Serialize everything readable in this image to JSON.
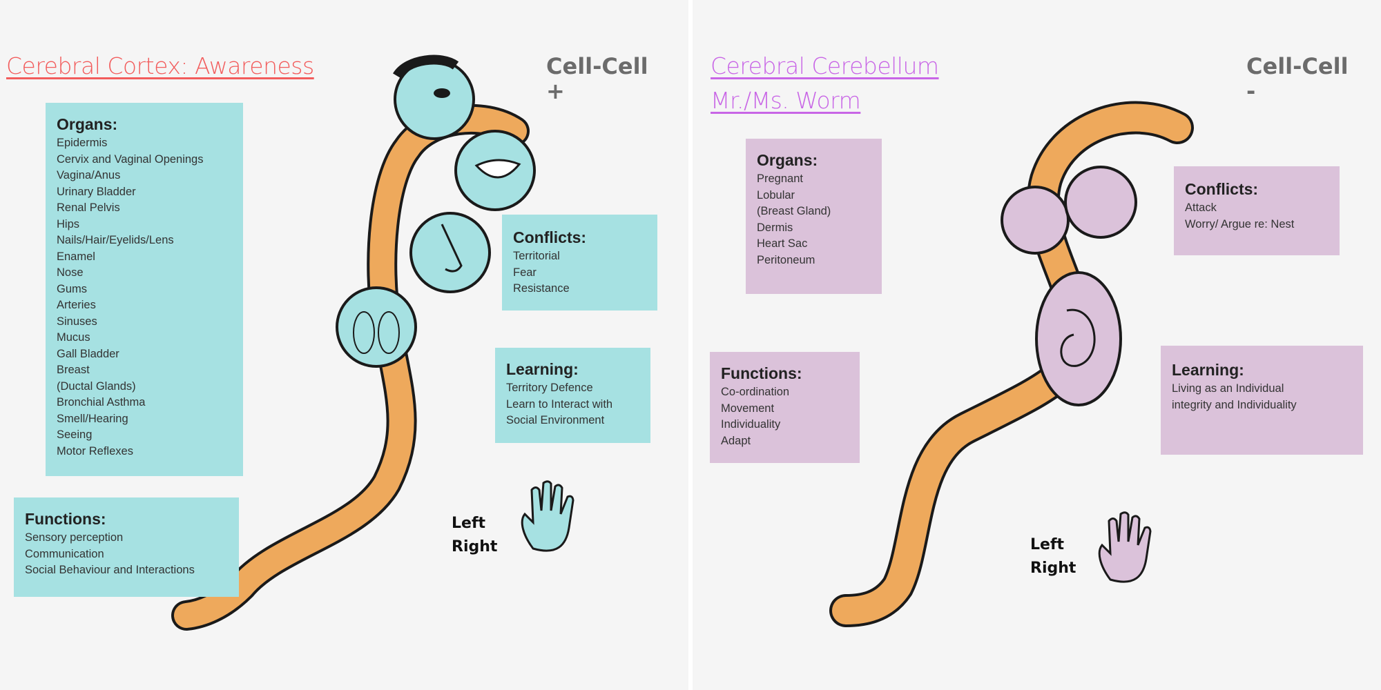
{
  "left": {
    "title": "Cerebral Cortex: Awareness",
    "title_color": "#f25c5c",
    "cell_label": "Cell-Cell",
    "cell_sign": "+",
    "organs": {
      "heading": "Organs:",
      "items": [
        "Epidermis",
        "Cervix and Vaginal Openings",
        "Vagina/Anus",
        "Urinary Bladder",
        "Renal Pelvis",
        "Hips",
        "Nails/Hair/Eyelids/Lens",
        "Enamel",
        "Nose",
        "Gums",
        "Arteries",
        "Sinuses",
        "Mucus",
        "Gall Bladder",
        "Breast",
        "(Ductal Glands)",
        "Bronchial Asthma",
        "Smell/Hearing",
        "Seeing",
        "Motor Reflexes"
      ]
    },
    "functions": {
      "heading": "Functions:",
      "items": [
        "Sensory perception",
        "Communication",
        "Social Behaviour and Interactions"
      ]
    },
    "conflicts": {
      "heading": "Conflicts:",
      "items": [
        "Territorial",
        "Fear",
        "Resistance"
      ]
    },
    "learning": {
      "heading": "Learning:",
      "items": [
        "Territory Defence",
        "Learn to Interact with",
        "Social Environment"
      ]
    },
    "hand": {
      "left": "Left",
      "right": "Right"
    },
    "accent": "#a6e1e2"
  },
  "right": {
    "title_line1": "Cerebral Cerebellum",
    "title_line2": "Mr./Ms. Worm",
    "title_color": "#c865e6",
    "cell_label": "Cell-Cell",
    "cell_sign": "-",
    "organs": {
      "heading": "Organs:",
      "items": [
        "Pregnant",
        "Lobular",
        "(Breast Gland)",
        "Dermis",
        "Heart Sac",
        "Peritoneum"
      ]
    },
    "functions": {
      "heading": "Functions:",
      "items": [
        "Co-ordination",
        "Movement",
        "Individuality",
        "Adapt"
      ]
    },
    "conflicts": {
      "heading": "Conflicts:",
      "items": [
        "Attack",
        "Worry/ Argue re: Nest"
      ]
    },
    "learning": {
      "heading": "Learning:",
      "items": [
        "Living as an Individual",
        "integrity and Individuality"
      ]
    },
    "hand": {
      "left": "Left",
      "right": "Right"
    },
    "accent": "#dbc2da"
  },
  "worm_color": "#eea95c"
}
